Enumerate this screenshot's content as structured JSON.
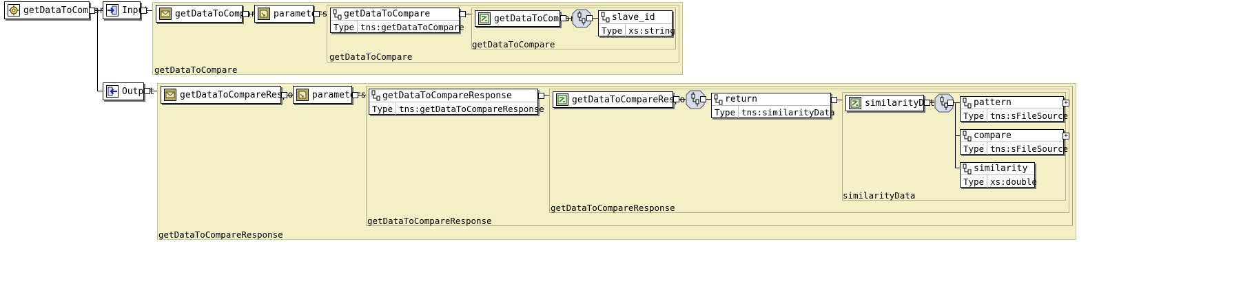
{
  "operation": {
    "label": "getDataToCompare"
  },
  "input": {
    "label": "Input",
    "message": "getDataToCompare",
    "part": "parameters",
    "element": {
      "name": "getDataToCompare",
      "type_key": "Type",
      "type_value": "tns:getDataToCompare"
    },
    "complex_type": "getDataToCompare",
    "field": {
      "name": "slave_id",
      "type_key": "Type",
      "type_value": "xs:string"
    },
    "region_labels": {
      "outer": "getDataToCompare",
      "mid": "getDataToCompare",
      "inner": "getDataToCompare"
    }
  },
  "output": {
    "label": "Output",
    "message": "getDataToCompareResponse",
    "part": "parameters",
    "element": {
      "name": "getDataToCompareResponse",
      "type_key": "Type",
      "type_value": "tns:getDataToCompareResponse"
    },
    "complex_type": "getDataToCompareResponse",
    "return_field": {
      "name": "return",
      "type_key": "Type",
      "type_value": "tns:similarityData"
    },
    "similarity_type": "similarityData",
    "fields": [
      {
        "name": "pattern",
        "type_key": "Type",
        "type_value": "tns:sFileSource"
      },
      {
        "name": "compare",
        "type_key": "Type",
        "type_value": "tns:sFileSource"
      },
      {
        "name": "similarity",
        "type_key": "Type",
        "type_value": "xs:double"
      }
    ],
    "region_labels": {
      "outer": "getDataToCompareResponse",
      "mid": "getDataToCompareResponse",
      "inner": "getDataToCompareResponse",
      "sim": "similarityData"
    }
  }
}
